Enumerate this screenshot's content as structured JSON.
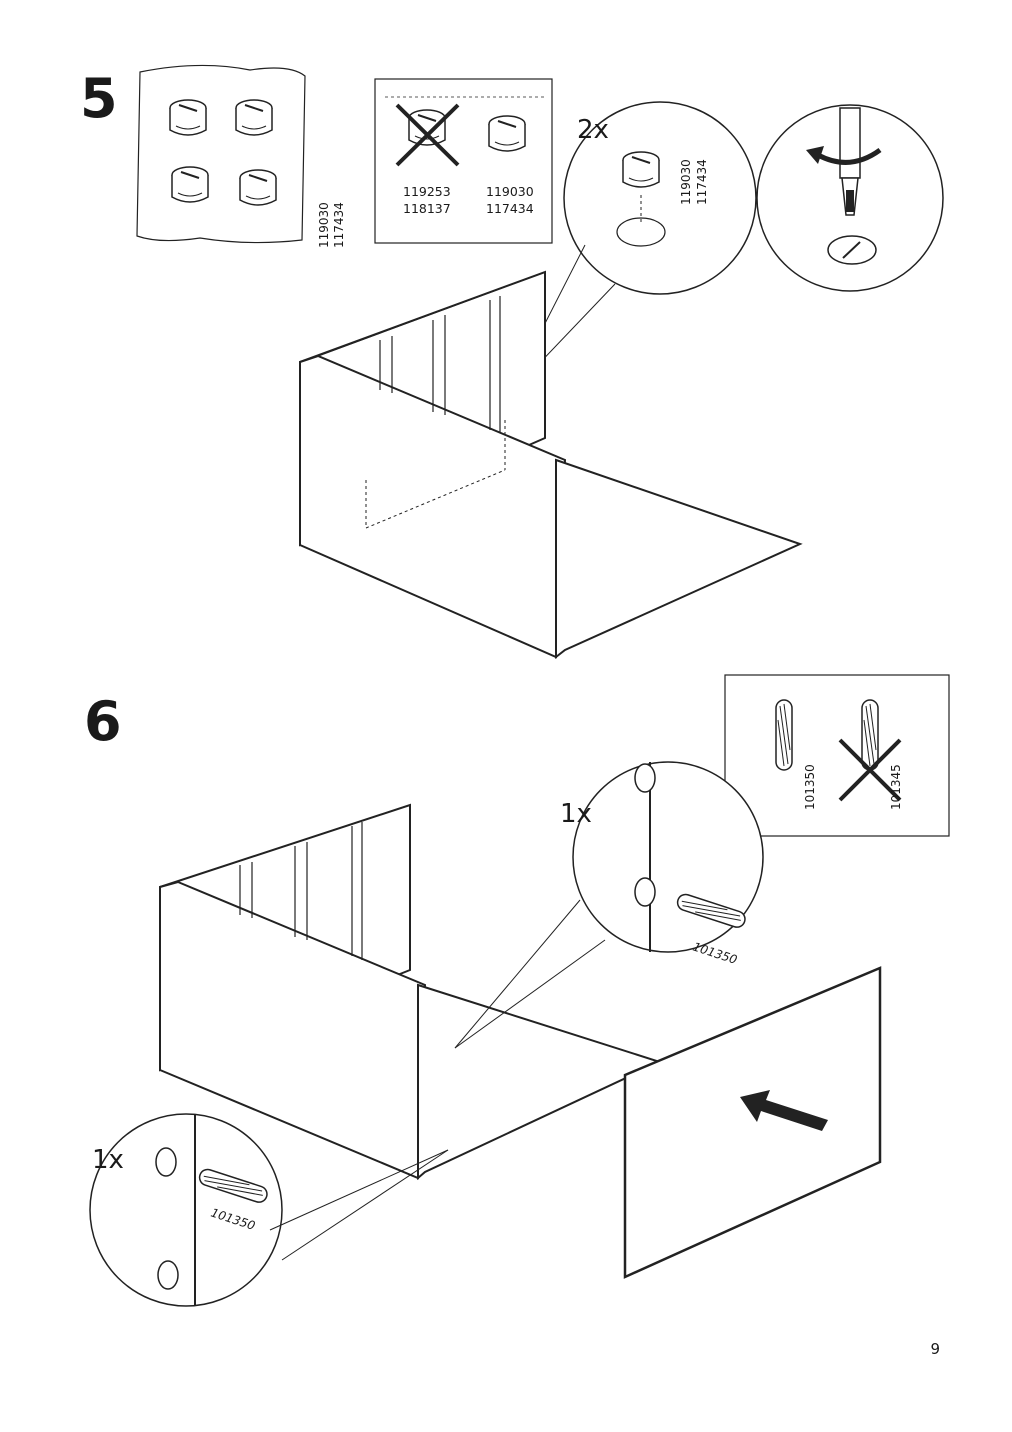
{
  "steps": [
    {
      "number": "5",
      "bag_part_codes": [
        "119030",
        "117434"
      ],
      "compare_box": {
        "rejected_codes": [
          "119253",
          "118137"
        ],
        "accepted_codes": [
          "119030",
          "117434"
        ]
      },
      "detail_quantity": "2x",
      "detail_part_codes": [
        "119030",
        "117434"
      ]
    },
    {
      "number": "6",
      "compare_box": {
        "accepted_code": "101350",
        "rejected_code": "101345"
      },
      "detail_top": {
        "quantity": "1x",
        "part_code": "101350"
      },
      "detail_bottom": {
        "quantity": "1x",
        "part_code": "101350"
      }
    }
  ],
  "icons": [
    "cam-lock-fitting-icon",
    "screwdriver-icon",
    "rotate-arrow-icon",
    "wooden-dowel-icon",
    "push-arrow-icon",
    "reject-cross-icon"
  ],
  "page_number": "9"
}
